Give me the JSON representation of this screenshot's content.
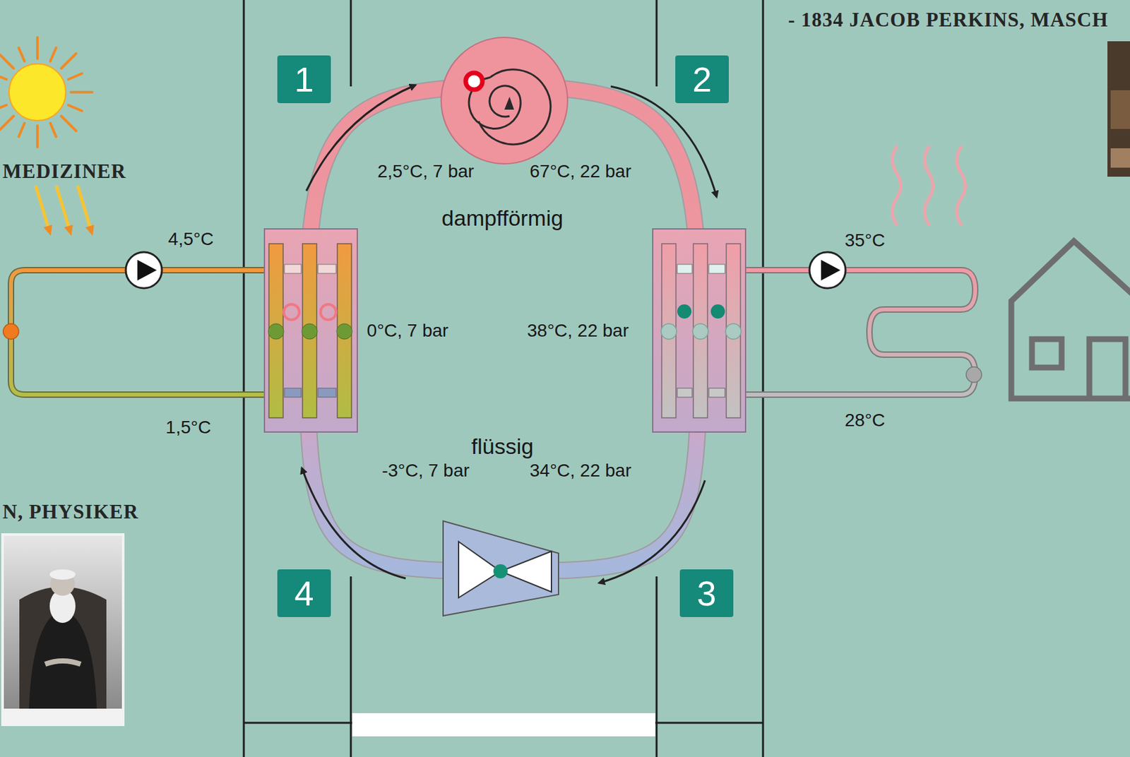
{
  "diagram": {
    "nodes": [
      {
        "text": [
          "1"
        ]
      },
      {
        "text": [
          "2"
        ]
      },
      {
        "text": [
          "4"
        ]
      },
      {
        "text": [
          "3"
        ]
      }
    ],
    "labels": [
      "- 1834 JACOB PERKINS, MASCH",
      "MEDIZINER",
      "2,5°C, 7 bar",
      "67°C, 22 bar",
      "dampfförmig",
      "4,5°C",
      "35°C",
      "0°C, 7 bar",
      "38°C, 22 bar",
      "1,5°C",
      "28°C",
      "flüssig",
      "-3°C, 7 bar",
      "34°C, 22 bar",
      "N, PHYSIKER"
    ]
  }
}
